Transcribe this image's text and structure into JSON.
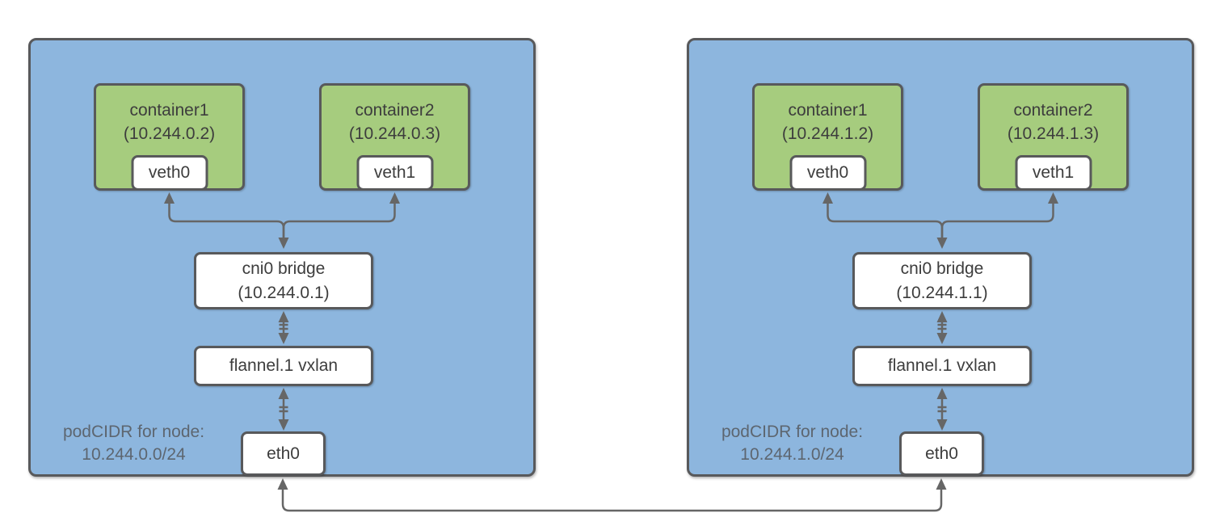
{
  "colors": {
    "node-fill": "#8DB6DE",
    "node-border": "#58595B",
    "container-fill": "#A6CC7E",
    "box-fill": "#FFFFFF",
    "arrow": "#666666",
    "text-dark": "#3D3D3D",
    "text-muted": "#5D6670"
  },
  "nodes": [
    {
      "podcidr_label": "podCIDR for node:",
      "podcidr_value": "10.244.0.0/24",
      "containers": [
        {
          "name": "container1",
          "ip": "(10.244.0.2)",
          "veth": "veth0"
        },
        {
          "name": "container2",
          "ip": "(10.244.0.3)",
          "veth": "veth1"
        }
      ],
      "bridge_name": "cni0 bridge",
      "bridge_ip": "(10.244.0.1)",
      "vxlan": "flannel.1 vxlan",
      "nic": "eth0"
    },
    {
      "podcidr_label": "podCIDR for node:",
      "podcidr_value": "10.244.1.0/24",
      "containers": [
        {
          "name": "container1",
          "ip": "(10.244.1.2)",
          "veth": "veth0"
        },
        {
          "name": "container2",
          "ip": "(10.244.1.3)",
          "veth": "veth1"
        }
      ],
      "bridge_name": "cni0 bridge",
      "bridge_ip": "(10.244.1.1)",
      "vxlan": "flannel.1 vxlan",
      "nic": "eth0"
    }
  ]
}
